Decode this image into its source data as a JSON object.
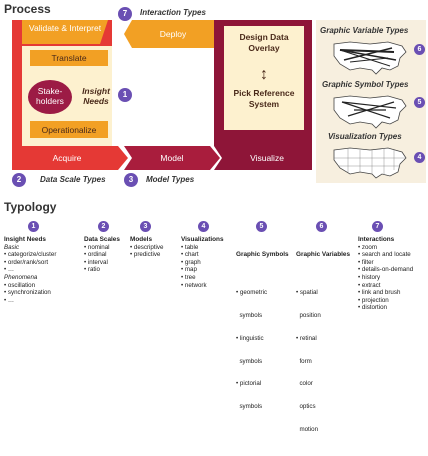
{
  "process": {
    "title": "Process",
    "stages": {
      "validate": "Validate & Interpret",
      "translate": "Translate",
      "stakeholders": "Stake-holders",
      "insight_needs": "Insight Needs",
      "operationalize": "Operationalize",
      "acquire": "Acquire",
      "model": "Model",
      "visualize": "Visualize",
      "deploy": "Deploy",
      "design": "Design Data Overlay",
      "arrow": "↕",
      "pick": "Pick Reference System"
    },
    "labels": {
      "interaction_types": "Interaction Types",
      "data_scale_types": "Data Scale Types",
      "model_types": "Model Types",
      "graphic_variable_types": "Graphic Variable Types",
      "graphic_symbol_types": "Graphic Symbol Types",
      "visualization_types": "Visualization Types"
    },
    "badges": {
      "b1": "1",
      "b2": "2",
      "b3": "3",
      "b4": "4",
      "b5": "5",
      "b6": "6",
      "b7": "7"
    }
  },
  "typology": {
    "title": "Typology",
    "columns": [
      {
        "badge": "1",
        "title": "Insight Needs",
        "items": [
          "Basic",
          "• categorize/cluster",
          "• order/rank/sort",
          "• …",
          "Phenomena",
          "• oscillation",
          "• synchronization",
          "• …"
        ]
      },
      {
        "badge": "2",
        "title": "Data Scales",
        "items": [
          "• nominal",
          "• ordinal",
          "• interval",
          "• ratio"
        ]
      },
      {
        "badge": "3",
        "title": "Models",
        "items": [
          "• descriptive",
          "• predictive"
        ]
      },
      {
        "badge": "4",
        "title": "Visualizations",
        "items": [
          "• table",
          "• chart",
          "• graph",
          "• map",
          "• tree",
          "• network"
        ]
      },
      {
        "badge": "5",
        "title": "Graphic Symbols",
        "items": [
          "• geometric",
          "  symbols",
          "• linguistic",
          "  symbols",
          "• pictorial",
          "  symbols"
        ]
      },
      {
        "badge": "6",
        "title": "Graphic Variables",
        "items": [
          "• spatial",
          "  position",
          "• retinal",
          "  form",
          "  color",
          "  optics",
          "  motion"
        ]
      },
      {
        "badge": "7",
        "title": "Interactions",
        "items": [
          "• zoom",
          "• search and locate",
          "• filter",
          "• details-on-demand",
          "• history",
          "• extract",
          "• link and brush",
          "• projection",
          "• distortion"
        ]
      }
    ]
  },
  "colors": {
    "red": "#e53935",
    "orange": "#f2a024",
    "cream": "#fdf1cf",
    "maroon": "#8e1538",
    "panel": "#f7efdf",
    "badge": "#6a4fb3",
    "stake": "#9c1b45"
  }
}
